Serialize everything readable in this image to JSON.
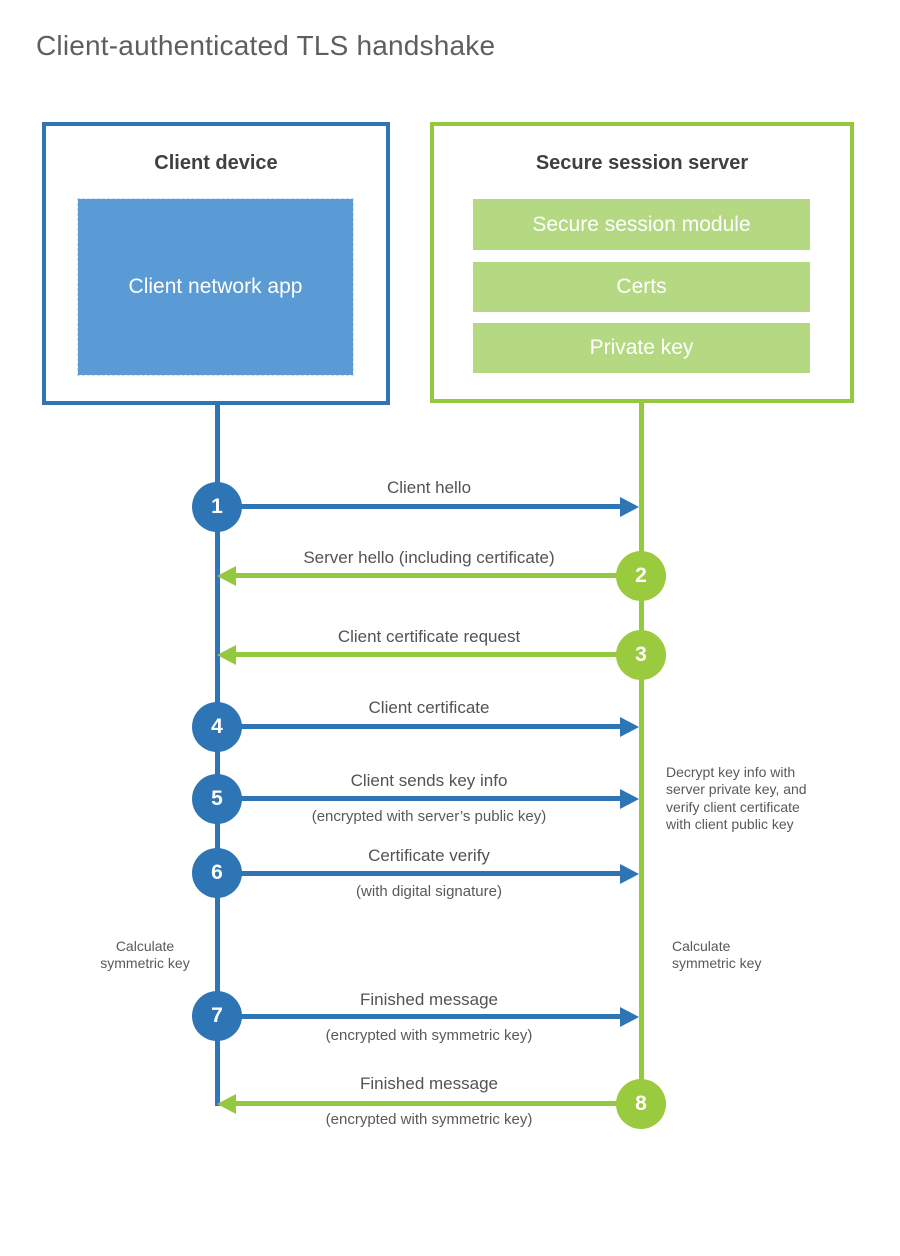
{
  "title": "Client-authenticated TLS handshake",
  "colors": {
    "blue": "#2e75b6",
    "blue_fill": "#5b9bd5",
    "green": "#94c83e",
    "green_fill": "#b5d883"
  },
  "client_box": {
    "title": "Client device",
    "app_label": "Client network app"
  },
  "server_box": {
    "title": "Secure session server",
    "modules": [
      "Secure session module",
      "Certs",
      "Private key"
    ]
  },
  "messages": [
    {
      "num": "1",
      "label": "Client hello",
      "sub": "",
      "from": "client",
      "to": "server"
    },
    {
      "num": "2",
      "label": "Server hello (including certificate)",
      "sub": "",
      "from": "server",
      "to": "client"
    },
    {
      "num": "3",
      "label": "Client certificate request",
      "sub": "",
      "from": "server",
      "to": "client"
    },
    {
      "num": "4",
      "label": "Client certificate",
      "sub": "",
      "from": "client",
      "to": "server"
    },
    {
      "num": "5",
      "label": "Client sends key info",
      "sub": "(encrypted with server’s public key)",
      "from": "client",
      "to": "server"
    },
    {
      "num": "6",
      "label": "Certificate verify",
      "sub": "(with digital signature)",
      "from": "client",
      "to": "server"
    },
    {
      "num": "7",
      "label": "Finished message",
      "sub": "(encrypted with symmetric key)",
      "from": "client",
      "to": "server"
    },
    {
      "num": "8",
      "label": "Finished message",
      "sub": "(encrypted with symmetric key)",
      "from": "server",
      "to": "client"
    }
  ],
  "notes": {
    "decrypt": "Decrypt key info with server private key, and verify client certificate with client public key",
    "calc_left": "Calculate symmetric key",
    "calc_right": "Calculate symmetric key"
  }
}
